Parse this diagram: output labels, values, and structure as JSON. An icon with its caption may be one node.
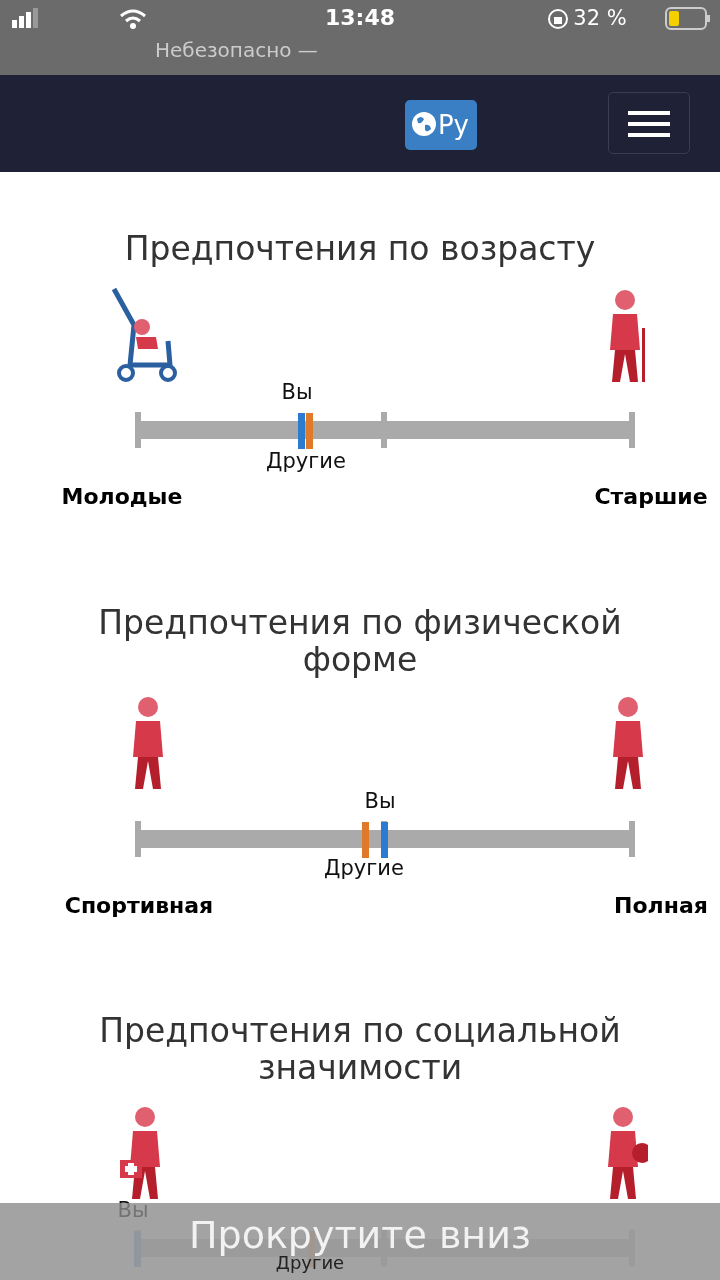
{
  "diagram": {
    "labels": [
      "13:48",
      "32 %",
      "Небезопасно —",
      "Ру",
      "Предпочтения по возрасту",
      "Вы",
      "Другие",
      "Молодые",
      "Старшие",
      "Предпочтения по физической форме",
      "Вы",
      "Другие",
      "Спортивная",
      "Полная",
      "Предпочтения по социальной значимости",
      "Вы",
      "Другие",
      "Прокрутите вниз"
    ]
  }
}
